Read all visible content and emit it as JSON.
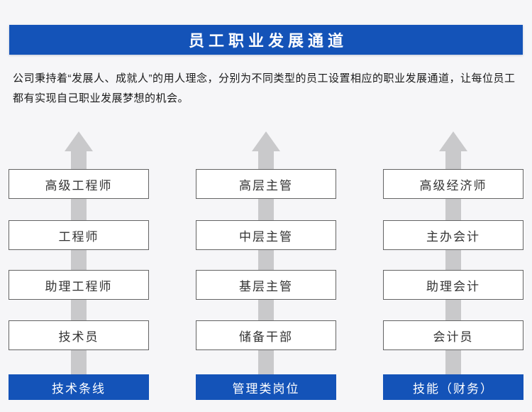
{
  "page": {
    "background_color": "#f6f6f8",
    "accent_color": "#1453b8",
    "arrow_color": "#c9c9cb"
  },
  "header": {
    "title": "员工职业发展通道"
  },
  "intro": {
    "text": "公司秉持着“发展人、成就人”的用人理念，分别为不同类型的员工设置相应的职业发展通道，让每位员工都有实现自己职业发展梦想的机会。"
  },
  "diagram": {
    "columns": [
      {
        "base": "技术条线",
        "levels": [
          "高级工程师",
          "工程师",
          "助理工程师",
          "技术员"
        ]
      },
      {
        "base": "管理类岗位",
        "levels": [
          "高层主管",
          "中层主管",
          "基层主管",
          "储备干部"
        ]
      },
      {
        "base": "技能（财务）",
        "levels": [
          "高级经济师",
          "主办会计",
          "助理会计",
          "会计员"
        ]
      }
    ]
  }
}
